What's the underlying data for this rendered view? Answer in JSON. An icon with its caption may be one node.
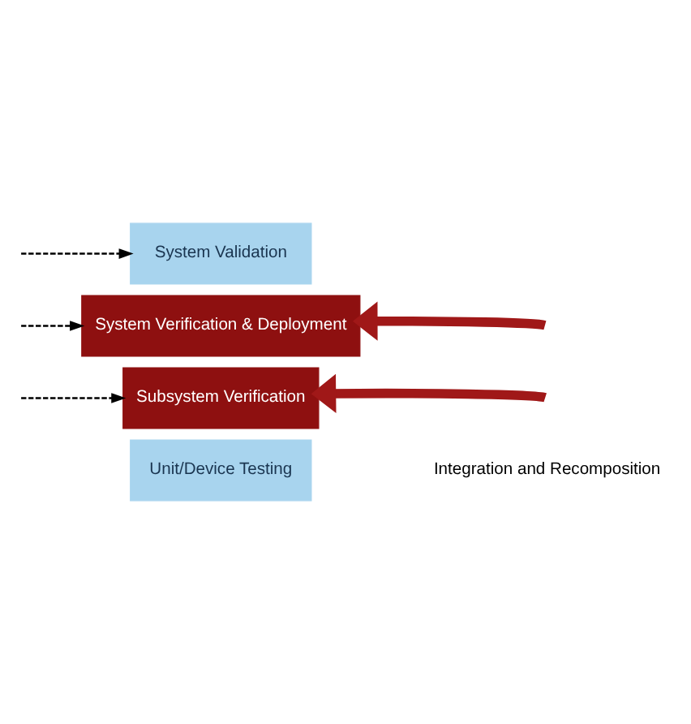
{
  "diagram": {
    "nodes": [
      {
        "text": [
          "System Validation"
        ]
      },
      {
        "text": [
          "System Verification & Deployment"
        ]
      },
      {
        "text": [
          "Subsystem Verification"
        ]
      },
      {
        "text": [
          "Unit/Device Testing"
        ]
      }
    ],
    "edges": [
      {
        "from": null,
        "to": 1,
        "arrow": "to",
        "style": "thick",
        "color": "#a01818"
      },
      {
        "from": null,
        "to": 2,
        "arrow": "to",
        "style": "thick",
        "color": "#a01818"
      },
      {
        "from": null,
        "to": 0,
        "arrow": "to",
        "style": "dashed"
      },
      {
        "from": null,
        "to": 1,
        "arrow": "to",
        "style": "dashed"
      },
      {
        "from": null,
        "to": 2,
        "arrow": "to",
        "style": "dashed"
      }
    ],
    "labels": [
      "Integration and Recomposition"
    ]
  }
}
